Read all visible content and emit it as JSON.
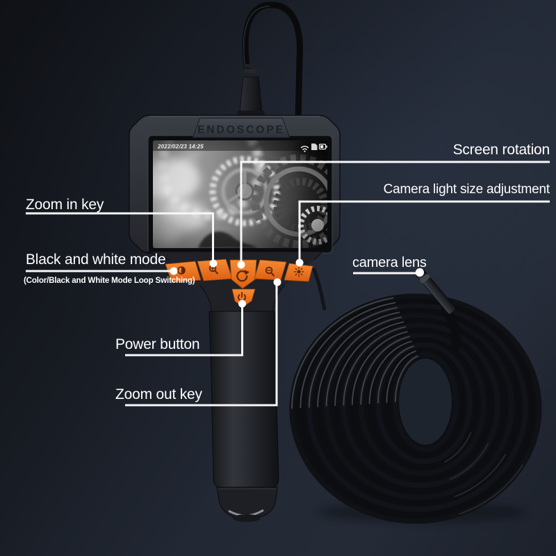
{
  "device": {
    "brand_label": "ENDOSCOPE",
    "screen": {
      "timestamp": "2022/02/23 14:25",
      "status_icons": [
        "wifi-icon",
        "sd-card-icon",
        "battery-icon"
      ]
    },
    "buttons": [
      {
        "name": "black-white-mode-button",
        "icon": "contrast-icon"
      },
      {
        "name": "zoom-in-button",
        "icon": "zoom-in-icon"
      },
      {
        "name": "screen-rotation-button",
        "icon": "rotate-icon"
      },
      {
        "name": "zoom-out-button",
        "icon": "zoom-out-icon"
      },
      {
        "name": "camera-light-button",
        "icon": "brightness-icon"
      },
      {
        "name": "power-button",
        "icon": "power-icon"
      }
    ]
  },
  "callouts": {
    "screen_rotation": {
      "label": "Screen rotation"
    },
    "camera_light": {
      "label": "Camera light size adjustment"
    },
    "zoom_in": {
      "label": "Zoom in key"
    },
    "black_white": {
      "label": "Black and white mode",
      "sublabel": "(Color/Black and White Mode Loop Switching)"
    },
    "power": {
      "label": "Power button"
    },
    "zoom_out": {
      "label": "Zoom out key"
    },
    "camera_lens": {
      "label": "camera lens"
    }
  },
  "colors": {
    "button_orange": "#ee7120",
    "background_dark": "#1b202a",
    "label_text": "#ffffff",
    "device_body": "#2b2e35",
    "callout_line": "#f8f8f8"
  }
}
